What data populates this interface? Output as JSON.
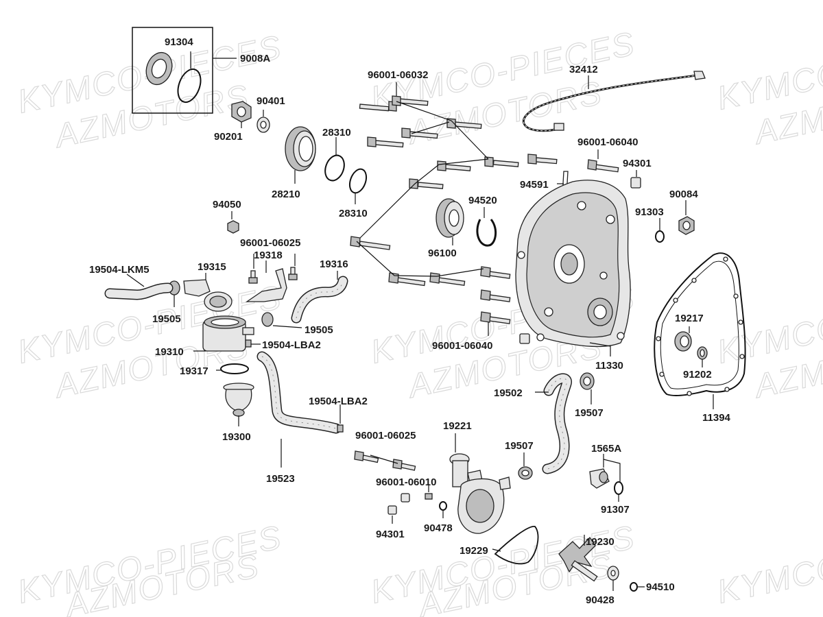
{
  "watermarks": [
    "KYMCO-PIECES",
    "AZMOTORS"
  ],
  "labels": {
    "l91304": "91304",
    "l9008A": "9008A",
    "l90401": "90401",
    "l90201": "90201",
    "l28310a": "28310",
    "l28310b": "28310",
    "l28210": "28210",
    "l96001_06032": "96001-06032",
    "l32412": "32412",
    "l96001_06040a": "96001-06040",
    "l94301a": "94301",
    "l94591": "94591",
    "l90084": "90084",
    "l91303": "91303",
    "l94520": "94520",
    "l96100": "96100",
    "l94050": "94050",
    "l96001_06025a": "96001-06025",
    "l19318": "19318",
    "l19316": "19316",
    "l19315": "19315",
    "l19504_LKM5": "19504-LKM5",
    "l19505a": "19505",
    "l19505b": "19505",
    "l19504_LBA2a": "19504-LBA2",
    "l19310": "19310",
    "l19317": "19317",
    "l19300": "19300",
    "l19523": "19523",
    "l19504_LBA2b": "19504-LBA2",
    "l96001_06040b": "96001-06040",
    "l11330": "11330",
    "l19217": "19217",
    "l91202": "91202",
    "l11394": "11394",
    "l19502": "19502",
    "l19507a": "19507",
    "l19221": "19221",
    "l96001_06025b": "96001-06025",
    "l19507b": "19507",
    "l1565A": "1565A",
    "l96001_06010": "96001-06010",
    "l91307": "91307",
    "l94301b": "94301",
    "l90478": "90478",
    "l19229": "19229",
    "l19230": "19230",
    "l90428": "90428",
    "l94510": "94510"
  }
}
